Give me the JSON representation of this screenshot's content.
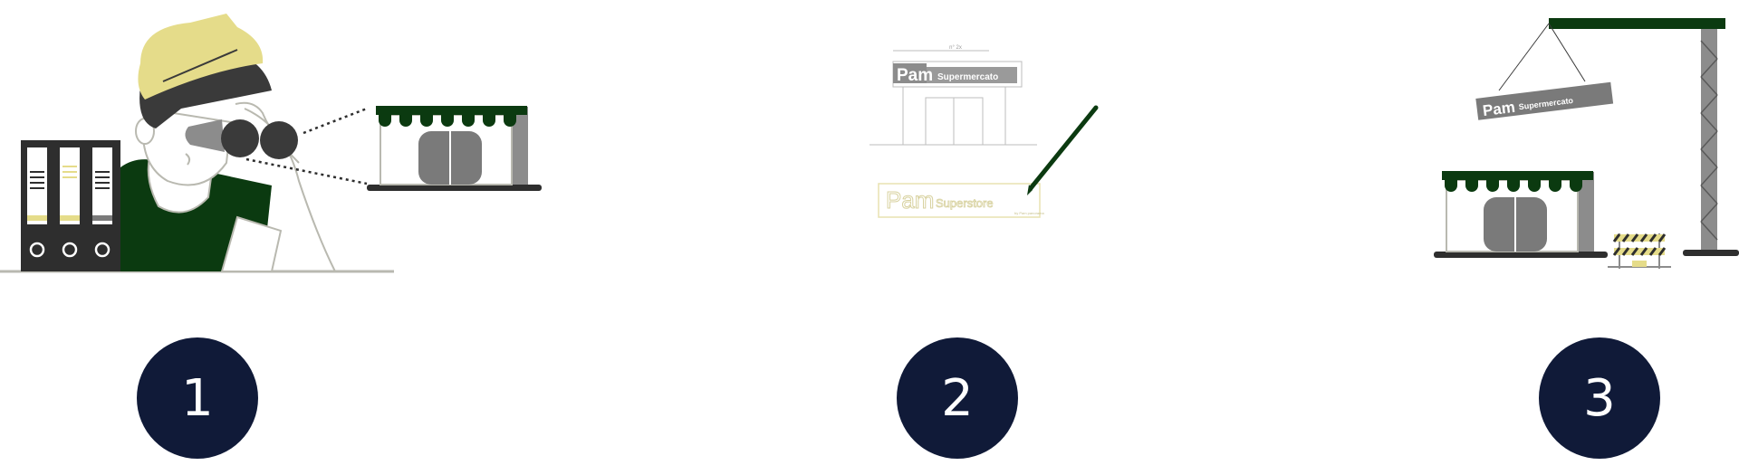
{
  "steps": [
    {
      "number": "1"
    },
    {
      "number": "2"
    },
    {
      "number": "3"
    }
  ],
  "signs": {
    "draft_brand": "Pam",
    "draft_sub": "Supermercato",
    "sketch_brand": "Pam",
    "sketch_sub": "Superstore",
    "sketch_small": "by Pam panorama",
    "dimension": "n° 2x",
    "hoisted_brand": "Pam",
    "hoisted_sub": "Supermercato"
  },
  "colors": {
    "dark_green": "#0b3a10",
    "navy": "#101a38",
    "helmet_yellow": "#e5dc8a",
    "grey": "#8c8c8c",
    "brand_green": "#2e8b3c"
  },
  "icons": [
    "worker-with-binoculars",
    "binders",
    "store-front",
    "pen",
    "crane",
    "barrier"
  ]
}
